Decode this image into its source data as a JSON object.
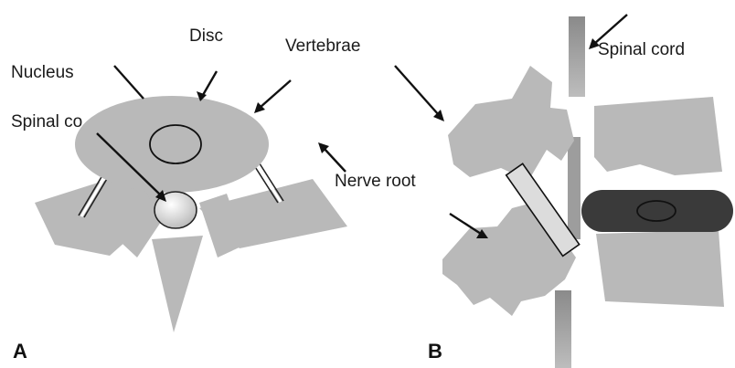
{
  "colors": {
    "bone": "#b9b9b9",
    "bone_dark": "#a9a9a9",
    "outline": "#222222",
    "disc_black": "#3a3a3a",
    "cord_gradient_top": "#7d7d7d",
    "cord_gradient_bottom": "#c8c8c8",
    "cord_core": "#e8e8e8"
  },
  "panel_a": {
    "panel_label": "A",
    "labels": {
      "disc": "Disc",
      "vertebrae": "Vertebrae",
      "nucleus": "Nucleus",
      "spinal_cord_partial": "Spinal co",
      "nerve_root": "Nerve root"
    }
  },
  "panel_b": {
    "panel_label": "B",
    "labels": {
      "spinal_cord": "Spinal cord"
    }
  }
}
